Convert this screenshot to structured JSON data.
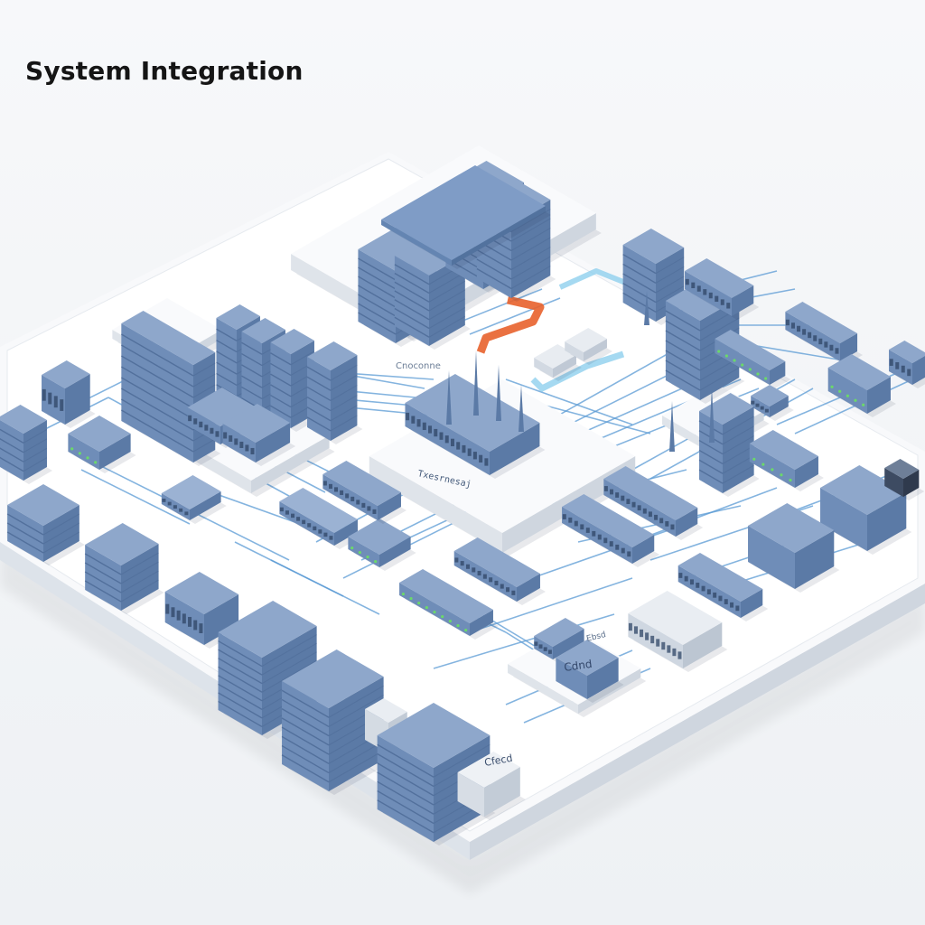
{
  "page": {
    "title": "System Integration"
  },
  "labels": {
    "connect": "Cnoconne",
    "router": "Txesrnesaj",
    "cloud": "Cdnd",
    "hub": "Cfecd",
    "box": "Ebsd"
  },
  "colors": {
    "device_top": "#8ea7cb",
    "device_left": "#6f8db8",
    "device_right": "#5b7aa6",
    "slot_line": "#4c6a96",
    "platform_top": "#f9fafc",
    "platform_side": "#dfe4ea",
    "cable": "#5b9bd5",
    "highlight": "#e8622c",
    "light_cyan": "#8fd0ee",
    "status_green": "#6bd86b"
  }
}
